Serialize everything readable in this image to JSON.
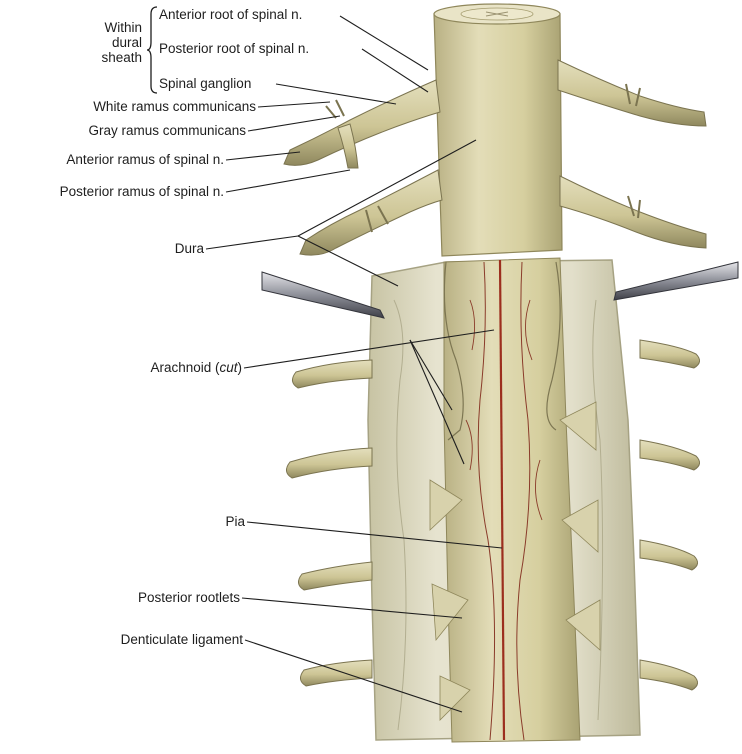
{
  "figure": {
    "group_header": [
      "Within",
      "dural",
      "sheath"
    ],
    "labels": {
      "anterior_root": "Anterior root of spinal n.",
      "posterior_root": "Posterior root of spinal n.",
      "spinal_ganglion": "Spinal ganglion",
      "white_ramus": "White ramus communicans",
      "gray_ramus": "Gray ramus communicans",
      "anterior_ramus": "Anterior ramus of spinal n.",
      "posterior_ramus": "Posterior ramus of spinal n.",
      "dura": "Dura",
      "arachnoid": "Arachnoid",
      "arachnoid_note": "cut",
      "pia": "Pia",
      "posterior_rootlets": "Posterior rootlets",
      "denticulate_ligament": "Denticulate ligament"
    },
    "colors": {
      "cord": "#d9d2a8",
      "dura": "#ddd9bf",
      "nerve": "#cfc89c",
      "vessel": "#8a3b2a",
      "leader": "#1e1e1e"
    }
  }
}
